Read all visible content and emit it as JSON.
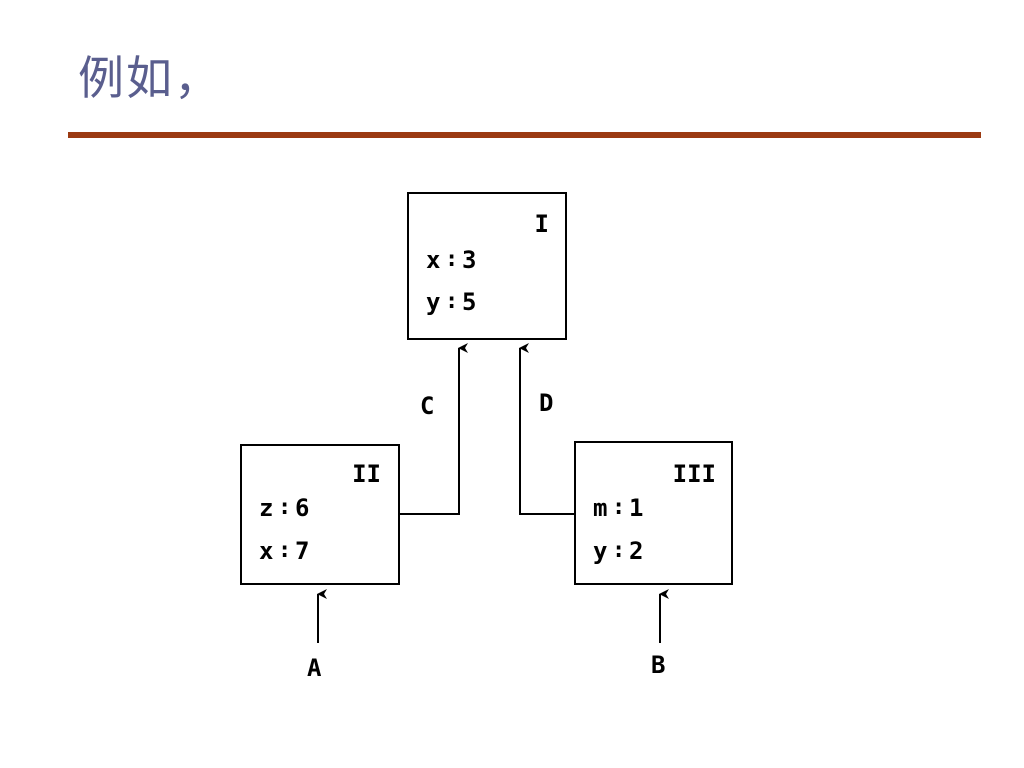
{
  "slide": {
    "title": "例如，",
    "accent_color": "#9b3a12",
    "title_color": "#5a5e8e"
  },
  "diagram": {
    "frames": {
      "I": {
        "label": "I",
        "bindings": [
          {
            "var": "x",
            "value": "3"
          },
          {
            "var": "y",
            "value": "5"
          }
        ]
      },
      "II": {
        "label": "II",
        "bindings": [
          {
            "var": "z",
            "value": "6"
          },
          {
            "var": "x",
            "value": "7"
          }
        ]
      },
      "III": {
        "label": "III",
        "bindings": [
          {
            "var": "m",
            "value": "1"
          },
          {
            "var": "y",
            "value": "2"
          }
        ]
      }
    },
    "pointers": {
      "C": "C",
      "D": "D",
      "A": "A",
      "B": "B"
    }
  }
}
